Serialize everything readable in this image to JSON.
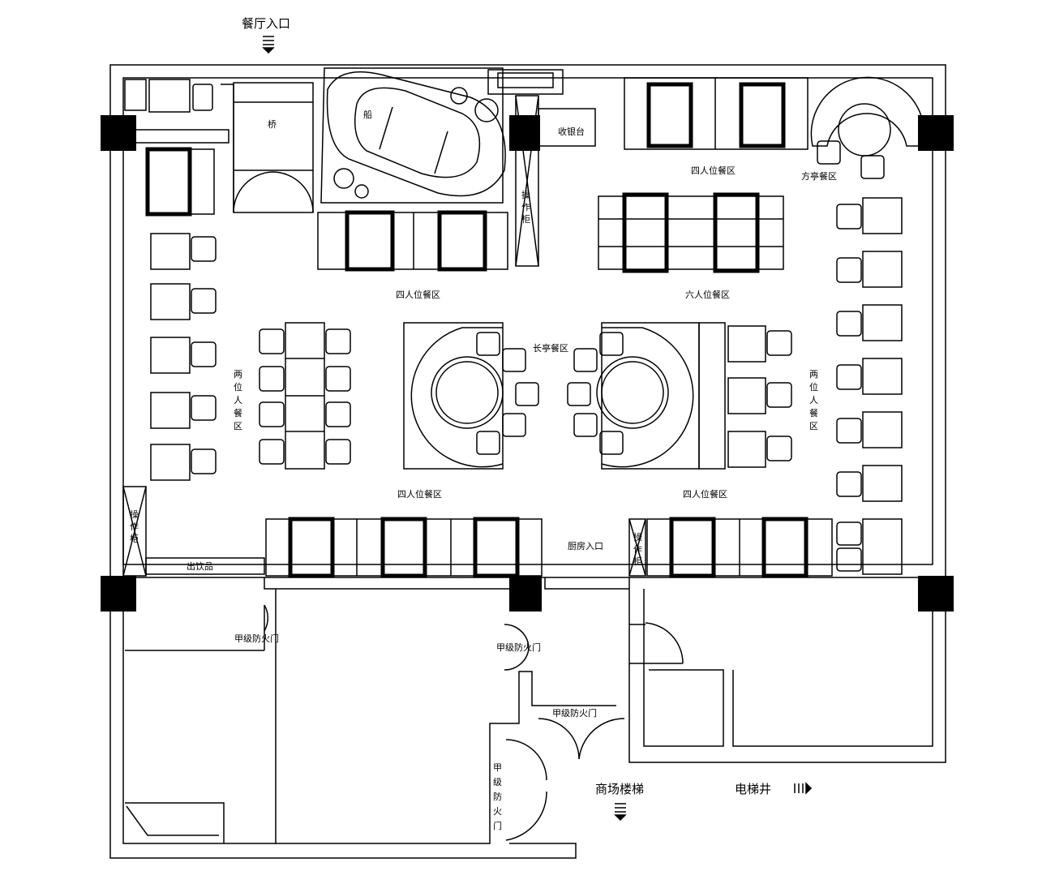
{
  "labels": {
    "restaurant_entrance": "餐厅入口",
    "bridge": "桥",
    "boat": "船",
    "cashier": "收银台",
    "op_cabinet_1_a": "操",
    "op_cabinet_1_b": "作",
    "op_cabinet_1_c": "柜",
    "op_cabinet_2_a": "操",
    "op_cabinet_2_b": "作",
    "op_cabinet_2_c": "柜",
    "op_cabinet_3_a": "操",
    "op_cabinet_3_b": "作",
    "op_cabinet_3_c": "柜",
    "four_seat_top_right": "四人位餐区",
    "four_seat_top_left": "四人位餐区",
    "six_seat": "六人位餐区",
    "pavilion_square": "方亭餐区",
    "pavilion_long": "长亭餐区",
    "two_seat_left_1": "两",
    "two_seat_left_2": "位",
    "two_seat_left_3": "人",
    "two_seat_left_4": "餐",
    "two_seat_left_5": "区",
    "two_seat_right_1": "两",
    "two_seat_right_2": "位",
    "two_seat_right_3": "人",
    "two_seat_right_4": "餐",
    "two_seat_right_5": "区",
    "four_seat_bottom_left": "四人位餐区",
    "four_seat_bottom_right": "四人位餐区",
    "kitchen_entrance": "厨房入口",
    "drinks_out": "出饮品",
    "fire_door_1": "甲级防火门",
    "fire_door_2": "甲级防火门",
    "fire_door_3": "甲级防火门",
    "fire_door_v_1": "甲",
    "fire_door_v_2": "级",
    "fire_door_v_3": "防",
    "fire_door_v_4": "火",
    "fire_door_v_5": "门",
    "mall_stairs": "商场楼梯",
    "elevator_shaft": "电梯井"
  }
}
